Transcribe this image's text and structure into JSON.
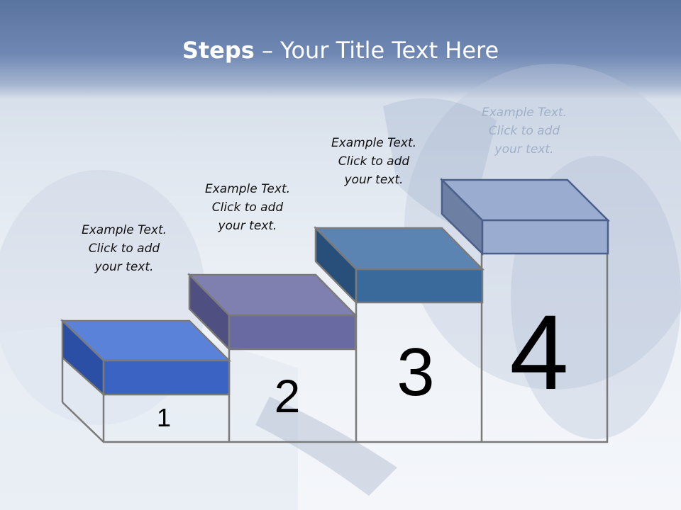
{
  "slide": {
    "title_bold": "Steps",
    "title_rest": " – Your Title Text Here"
  },
  "steps": [
    {
      "number": "1",
      "text": "Example Text.\nClick  to add\nyour text.",
      "color": "#3a63c4"
    },
    {
      "number": "2",
      "text": "Example Text.\nClick  to add\nyour text.",
      "color": "#6a6aa2"
    },
    {
      "number": "3",
      "text": "Example Text.\nClick  to add\nyour text.",
      "color": "#3a6a9c"
    },
    {
      "number": "4",
      "text": "Example Text.\nClick  to add\nyour text.",
      "color": "#9aacd0"
    }
  ]
}
